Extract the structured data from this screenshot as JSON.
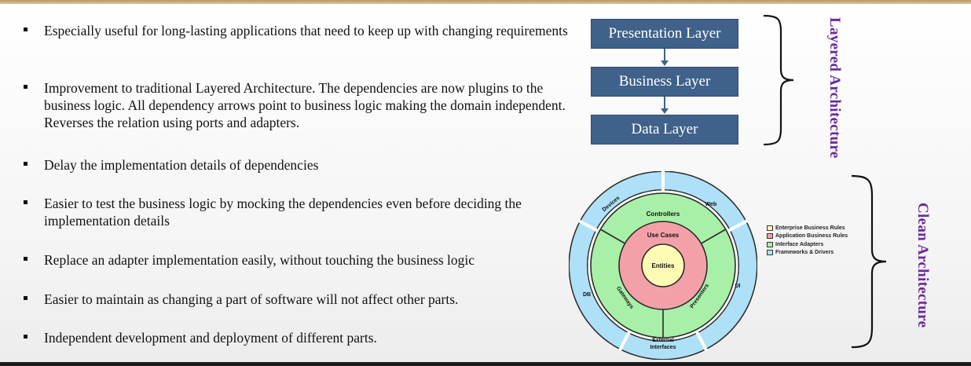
{
  "bullets": [
    "Especially useful for long-lasting applications that need to keep up with changing requirements",
    "Improvement to traditional Layered Architecture. The dependencies are now plugins to the business logic. All dependency arrows point to business logic making the domain independent. Reverses the relation using ports and adapters.",
    "Delay the implementation details of  dependencies",
    "Easier to test the business logic by mocking the dependencies even before deciding the implementation details",
    "Replace an adapter implementation easily, without touching the business logic",
    "Easier to maintain as changing a part of  software will not affect other parts.",
    "Independent development and deployment of different parts."
  ],
  "layered": {
    "title": "Layered Architecture",
    "layers": [
      "Presentation Layer",
      "Business Layer",
      "Data Layer"
    ],
    "box_color": "#3f618a"
  },
  "clean": {
    "title": "Clean Architecture",
    "ring_labels": {
      "entities": "Entities",
      "use_cases": "Use Cases",
      "controllers": "Controllers",
      "gateways": "Gateways",
      "presenters": "Presenters",
      "devices": "Devices",
      "web": "Web",
      "ui": "UI",
      "db": "DB",
      "external_line1": "External",
      "external_line2": "Interfaces"
    },
    "legend": [
      {
        "label": "Enterprise Business Rules",
        "color": "#fdfbb4"
      },
      {
        "label": "Application Business Rules",
        "color": "#f4a0a8"
      },
      {
        "label": "Interface Adapters",
        "color": "#a8f0a8"
      },
      {
        "label": "Frameworks & Drivers",
        "color": "#aee0f7"
      }
    ]
  },
  "colors": {
    "title_purple": "#6a2a99",
    "frameworks_blue": "#aee0f7",
    "adapters_green": "#a8f0a8",
    "usecase_red": "#f4a0a8",
    "entity_yellow": "#fdfbb4"
  }
}
